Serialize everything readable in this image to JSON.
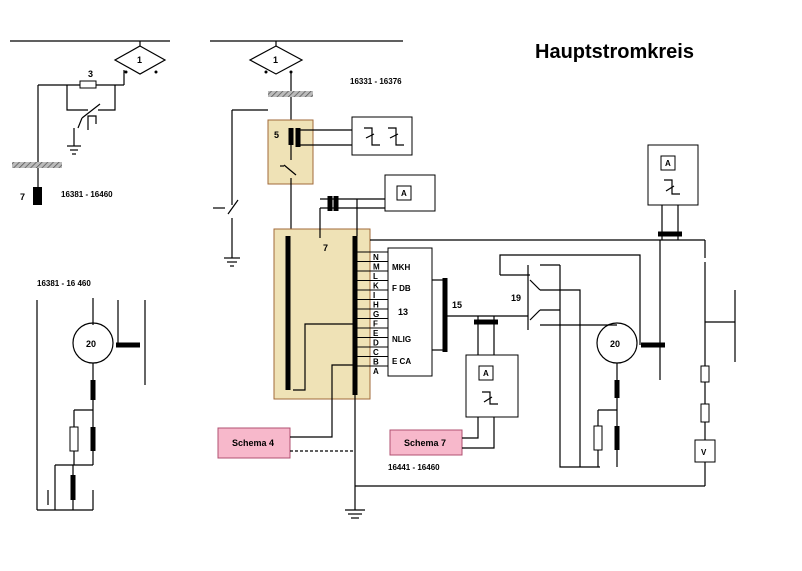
{
  "title": "Hauptstromkreis",
  "ranges": {
    "r1": "16381 - 16460",
    "r2": "16381 - 16 460",
    "r3": "16331 - 16376",
    "r4": "16441 - 16460"
  },
  "components": {
    "c1a": "1",
    "c1b": "1",
    "c3": "3",
    "c5": "5",
    "c7a": "7",
    "c7b": "7",
    "c13": "13",
    "c15": "15",
    "c19": "19",
    "c20a": "20",
    "c20b": "20",
    "cA1": "A",
    "cA2": "A",
    "cA3": "A",
    "cV": "V"
  },
  "terminals": [
    "N",
    "M",
    "L",
    "K",
    "I",
    "H",
    "G",
    "F",
    "E",
    "D",
    "C",
    "B",
    "A"
  ],
  "groups": {
    "mkh": "MKH",
    "fdb": "F DB",
    "nlig": "NLIG",
    "eca": "E CA"
  },
  "schemas": {
    "s4": "Schema 4",
    "s7": "Schema 7"
  },
  "colors": {
    "beige": "#efe2b6",
    "beige_border": "#a26a3a",
    "pink": "#f7b8cb",
    "pink_border": "#b05070",
    "hatch": "#777777"
  }
}
